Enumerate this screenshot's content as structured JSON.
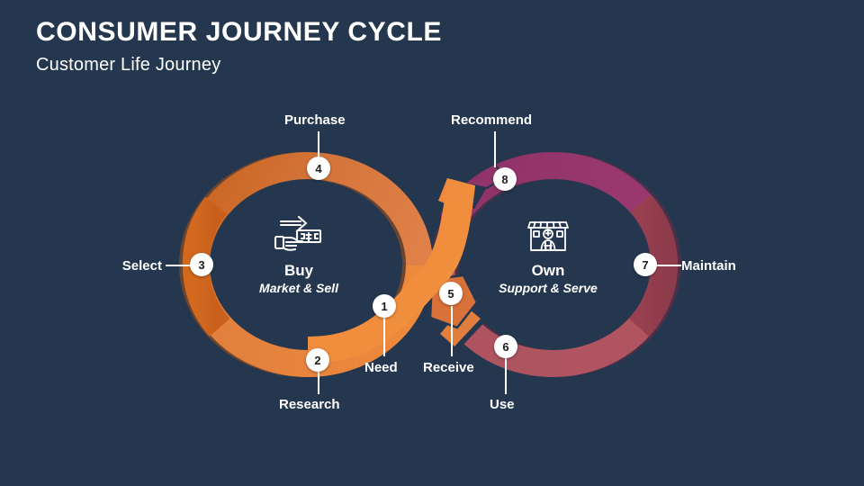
{
  "header": {
    "title": "CONSUMER JOURNEY CYCLE",
    "subtitle": "Customer Life Journey"
  },
  "theme": {
    "background": "#24374f",
    "orange_light": "#ef8a3c",
    "orange_mid": "#d9713a",
    "orange_deep": "#d2691e",
    "orange_dark": "#c05a1d",
    "purple": "#93376b",
    "maroon": "#8e3b4c",
    "rose": "#b05560",
    "badge_fill": "#ffffff",
    "badge_text": "#1d1d1d",
    "text": "#ffffff"
  },
  "lobes": [
    {
      "id": "buy",
      "title": "Buy",
      "subtitle": "Market & Sell",
      "icon": "hand-cash-icon"
    },
    {
      "id": "own",
      "title": "Own",
      "subtitle": "Support & Serve",
      "icon": "storefront-clerk-icon"
    }
  ],
  "steps": [
    {
      "number": "1",
      "label": "Need",
      "side": "bottom"
    },
    {
      "number": "2",
      "label": "Research",
      "side": "bottom"
    },
    {
      "number": "3",
      "label": "Select",
      "side": "left"
    },
    {
      "number": "4",
      "label": "Purchase",
      "side": "top"
    },
    {
      "number": "5",
      "label": "Receive",
      "side": "bottom"
    },
    {
      "number": "6",
      "label": "Use",
      "side": "bottom"
    },
    {
      "number": "7",
      "label": "Maintain",
      "side": "right"
    },
    {
      "number": "8",
      "label": "Recommend",
      "side": "top"
    }
  ]
}
